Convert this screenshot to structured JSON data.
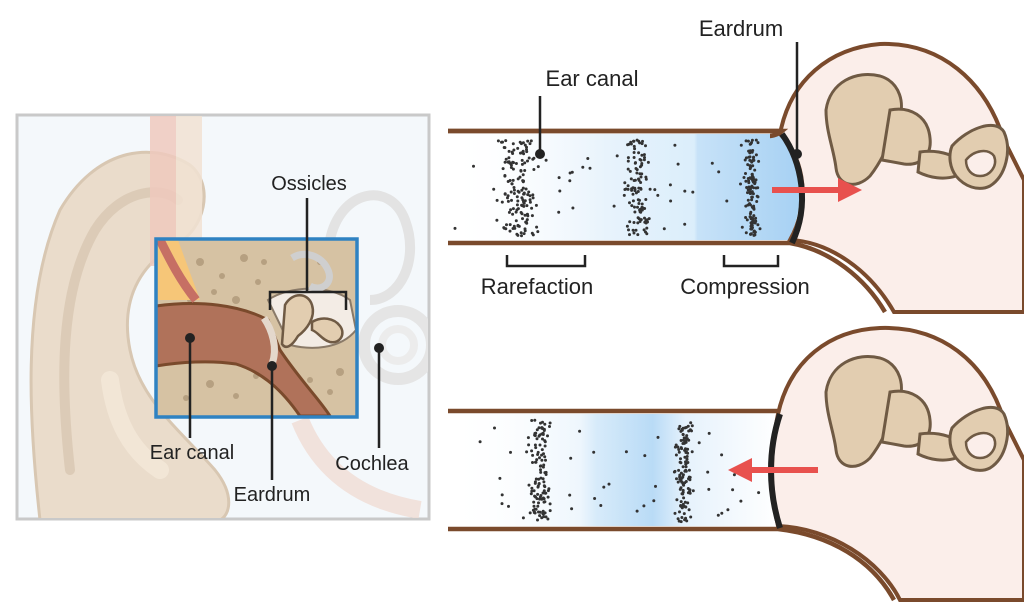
{
  "inset": {
    "labels": {
      "ossicles": "Ossicles",
      "ear_canal": "Ear canal",
      "eardrum": "Eardrum",
      "cochlea": "Cochlea"
    }
  },
  "top_panel": {
    "labels": {
      "eardrum": "Eardrum",
      "ear_canal": "Ear canal",
      "rarefaction": "Rarefaction",
      "compression": "Compression"
    }
  },
  "colors": {
    "canal_wall": "#7a4a2c",
    "head_outline": "#7a4a2c",
    "head_fill": "#fbeeea",
    "ossicle_fill": "#e2cdb0",
    "ossicle_stroke": "#6f5a44",
    "compression_blue": "#a9d2f5",
    "arrow_red": "#e8514e",
    "inset_border": "#2f82c2",
    "inset_frame": "#c9c9c9",
    "eardrum_dark": "#222222"
  }
}
